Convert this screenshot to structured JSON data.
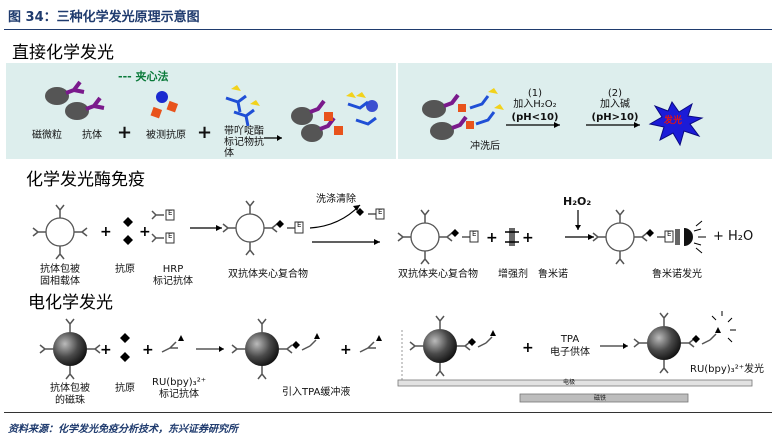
{
  "figure_label": "图 34：三种化学发光原理示意图",
  "sections": {
    "direct": "直接化学发光",
    "enzyme": "化学发光酶免疫",
    "electro": "电化学发光"
  },
  "direct_panel": {
    "method": "--- 夹心法",
    "magnetic_particle": "磁微粒",
    "antibody": "抗体",
    "antigen": "被测抗原",
    "acridinium_antibody": [
      "带吖啶酯",
      "标记物抗",
      "体"
    ],
    "washed": "冲洗后",
    "step1_num": "(1)",
    "step1_text": "加入H₂O₂",
    "step1_cond": "(pH<10)",
    "step2_num": "(2)",
    "step2_text": "加入碱",
    "step2_cond": "(pH>10)",
    "burst": "发光"
  },
  "enzyme_panel": {
    "wash_remove": "洗涤清除",
    "h2o2": "H₂O₂",
    "h2o": "+ H₂O",
    "e_tag": "E",
    "carrier": [
      "抗体包被",
      "固相载体"
    ],
    "antigen": "抗原",
    "hrp": [
      "HRP",
      "标记抗体"
    ],
    "double_complex_1": "双抗体夹心复合物",
    "double_complex_2": "双抗体夹心复合物",
    "enhancer": "增强剂",
    "luminol": "鲁米诺",
    "luminol_glow": "鲁米诺发光"
  },
  "electro_panel": {
    "beads": [
      "抗体包被",
      "的磁珠"
    ],
    "antigen": "抗原",
    "ru_label": [
      "RU(bpy)₃²⁺",
      "标记抗体"
    ],
    "tpa_buffer": "引入TPA缓冲液",
    "tpa": "TPA",
    "electron_donor": "电子供体",
    "ru_glow": "RU(bpy)₃²⁺发光",
    "electrode": "电极",
    "magnet": "磁铁"
  },
  "source": "资料来源：化学发光免疫分析技术，东兴证券研究所",
  "colors": {
    "header_blue": "#1f3b6e",
    "panel_bg": "#ddeeed",
    "method_green": "#0a7a3a",
    "particle_gray": "#555555",
    "antibody_purple": "#7a1a8c",
    "antigen_orange": "#e8531c",
    "ab_blue": "#1f4fd6",
    "ester_yellow": "#f2d21b",
    "burst_blue": "#1b1bd8",
    "burst_red": "#e01515"
  }
}
